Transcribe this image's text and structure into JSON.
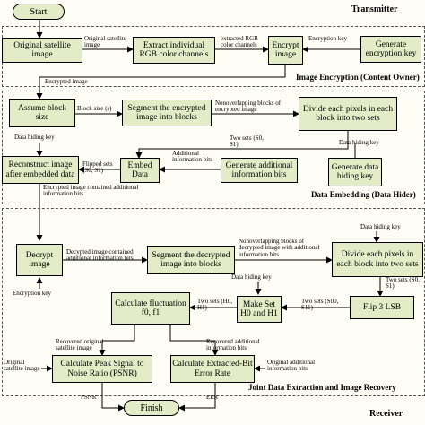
{
  "sections": {
    "transmitter": "Transmitter",
    "image_encryption": "Image Encryption (Content Owner)",
    "data_embedding": "Data Embedding (Data Hider)",
    "joint": "Joint Data Extraction and Image Recovery",
    "receiver": "Receiver"
  },
  "nodes": {
    "start": "Start",
    "original_satellite_image": "Original satellite image",
    "extract_rgb": "Extract individual RGB color channels",
    "encrypt_image": "Encrypt image",
    "generate_encryption_key": "Generate encryption key",
    "assume_block_size": "Assume block size",
    "segment_encrypted": "Segment the encrypted image into blocks",
    "divide_pixels_1": "Divide each pixels in each block into two sets",
    "reconstruct_image": "Reconstruct image after embedded data",
    "embed_data": "Embed Data",
    "generate_additional_bits": "Generate additional information bits",
    "generate_hiding_key": "Generate data hiding key",
    "decrypt_image": "Decrypt image",
    "segment_decrypted": "Segment the decrypted image into blocks",
    "divide_pixels_2": "Divide each pixels in each block into two sets",
    "calculate_fluctuation": "Calculate fluctuation f0, f1",
    "make_set": "Make Set H0 and H1",
    "flip_lsb": "Flip 3 LSB",
    "calc_psnr": "Calculate Peak Signal to Noise Ratio (PSNR)",
    "calc_ber": "Calculate Extracted-Bit Error Rate",
    "finish": "Finish"
  },
  "edge_labels": {
    "original_satellite_image": "Original satellite image",
    "extracted_rgb": "extracted RGB color channels",
    "encryption_key_top": "Encryption key",
    "encrypted_image": "Encrypted image",
    "block_size": "Block size (s)",
    "nonoverlapping_encrypted": "Nonoverlapping blocks of encrypted image",
    "data_hiding_key_left": "Data hiding key",
    "two_sets_s0s1": "Two sets (S0, S1)",
    "data_hiding_key_right": "Data hiding key",
    "additional_info_bits": "Additional information bits",
    "flipped_sets": "Flipped sets (S0, S1)",
    "encrypted_contained": "Encrypted image contained additional information bits",
    "data_hiding_key_recv": "Data hiding key",
    "decrypted_contained": "Decypted image contained additional information bits",
    "nonoverlapping_decrypted": "Nonoverlapping blocks of decrypted image with additional information bits",
    "data_hiding_key_mid": "Data hiding key",
    "encryption_key_recv": "Encryption key",
    "two_sets_s00s11": "Two sets (S00, S11)",
    "two_sets_h0h1": "Two sets (H0, H1)",
    "two_sets_s0s1_recv": "Two sets (S0, S1)",
    "recovered_original": "Recovered original satellite image",
    "recovered_additional": "Recovered additional information bits",
    "original_satellite_left": "Original satellite image",
    "original_additional": "Original additional information bits",
    "psnr": "PSNR",
    "eer": "EER"
  }
}
